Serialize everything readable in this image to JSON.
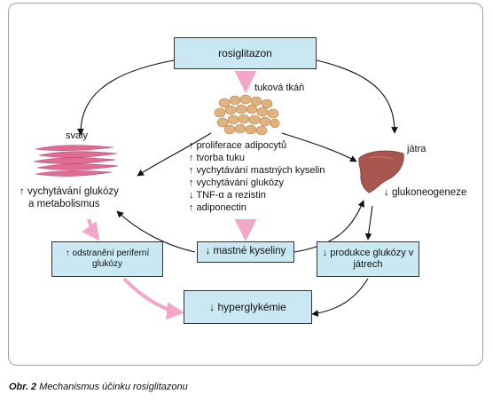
{
  "boxes": {
    "rosiglitazon": "rosiglitazon",
    "peripheral": "↑ odstranění periferní glukózy",
    "fatty_acids": "↓ mastné kyseliny",
    "hepatic": "↓ produkce glukózy v játrech",
    "hyperglycemia": "↓ hyperglykémie"
  },
  "labels": {
    "adipose": "tuková tkáň",
    "muscle": "svaly",
    "liver": "játra",
    "muscle_effect_1": "↑ vychytávání glukózy",
    "muscle_effect_2": "a metabolismus",
    "liver_effect": "↓ glukoneogeneze"
  },
  "adipose_effects": [
    "↑ proliferace adipocytů",
    "↑ tvorba tuku",
    "↑ vychytávání mastných kyselin",
    "↑ vychytávání glukózy",
    "↓ TNF-α a rezistin",
    "↑ adiponectin"
  ],
  "caption": {
    "number": "Obr. 2",
    "text": "Mechanismus účinku rosiglitazonu"
  },
  "colors": {
    "box_fill": "#c9e8f2",
    "pink_arrow": "#f2a6c8",
    "fat_cells": "#e0b27f",
    "muscle": "#e06b93",
    "liver": "#a8564f"
  },
  "icons": [
    "adipose-tissue-icon",
    "muscle-fibers-icon",
    "liver-icon"
  ]
}
